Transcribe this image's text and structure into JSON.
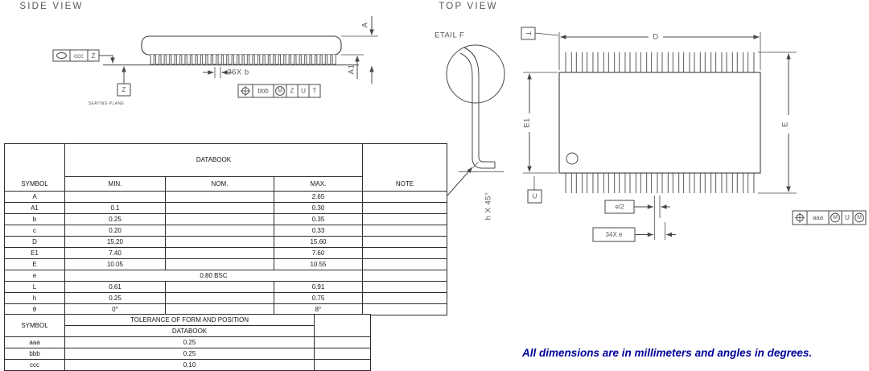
{
  "page": {
    "note": "All dimensions are in millimeters and angles in degrees."
  },
  "side_view": {
    "title": "SIDE VIEW",
    "seating_plane_label": "SEATING PLANE",
    "datum_z": "Z",
    "lead_width_callout": "36X b",
    "dim_a": "A",
    "dim_a1": "A1",
    "fcf_ccc": {
      "tol": "ccc",
      "datum": "Z"
    },
    "fcf_bbb": {
      "tol": "bbb",
      "mod": "M",
      "d1": "Z",
      "d2": "U",
      "d3": "T"
    }
  },
  "top_view": {
    "title": "TOP VIEW",
    "detail_label": "DETAIL F",
    "chamfer_callout": "h X 45°",
    "dim_d": "D",
    "dim_e1": "E1",
    "dim_e": "E",
    "datum_t": "T",
    "datum_u": "U",
    "pitch_half_callout": "e/2",
    "pitch_callout": "34X e",
    "fcf_aaa": {
      "tol": "aaa",
      "mod1": "M",
      "datum": "U",
      "mod2": "M"
    }
  },
  "dimension_table": {
    "title": "DATABOOK",
    "headers": {
      "symbol": "SYMBOL",
      "min": "MIN.",
      "nom": "NOM.",
      "max": "MAX.",
      "note": "NOTE"
    },
    "rows": [
      {
        "symbol": "A",
        "min": "",
        "nom": "",
        "max": "2.65",
        "note": ""
      },
      {
        "symbol": "A1",
        "min": "0.1",
        "nom": "",
        "max": "0.30",
        "note": ""
      },
      {
        "symbol": "b",
        "min": "0.25",
        "nom": "",
        "max": "0.35",
        "note": ""
      },
      {
        "symbol": "c",
        "min": "0.20",
        "nom": "",
        "max": "0.33",
        "note": ""
      },
      {
        "symbol": "D",
        "min": "15.20",
        "nom": "",
        "max": "15.60",
        "note": ""
      },
      {
        "symbol": "E1",
        "min": "7.40",
        "nom": "",
        "max": "7.60",
        "note": ""
      },
      {
        "symbol": "E",
        "min": "10.05",
        "nom": "",
        "max": "10.55",
        "note": ""
      },
      {
        "symbol": "e",
        "bsc": "0.80 BSC",
        "note": ""
      },
      {
        "symbol": "L",
        "min": "0.61",
        "nom": "",
        "max": "0.91",
        "note": ""
      },
      {
        "symbol": "h",
        "min": "0.25",
        "nom": "",
        "max": "0.75",
        "note": ""
      },
      {
        "symbol": "θ",
        "min": "0°",
        "nom": "",
        "max": "8°",
        "note": ""
      }
    ]
  },
  "tolerance_table": {
    "header_symbol": "SYMBOL",
    "title_line1": "TOLERANCE OF FORM AND POSITION",
    "title_line2": "DATABOOK",
    "rows": [
      {
        "symbol": "aaa",
        "value": "0.25"
      },
      {
        "symbol": "bbb",
        "value": "0.25"
      },
      {
        "symbol": "ccc",
        "value": "0.10"
      }
    ]
  }
}
